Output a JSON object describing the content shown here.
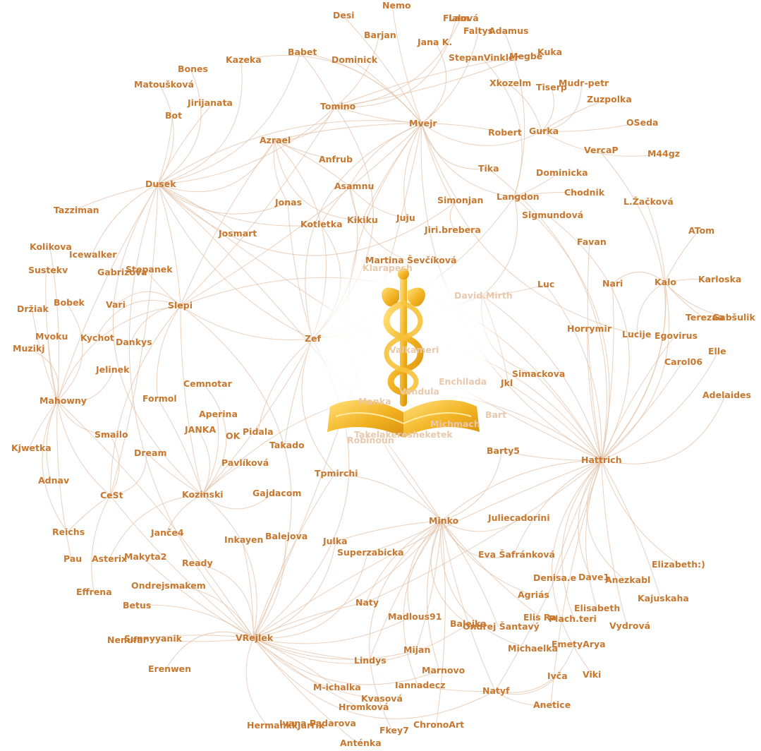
{
  "colors": {
    "edge": "#e2c2a8",
    "label": "#c8782e",
    "label_faded": "#e9c9ad",
    "logo_gold": "#f2b322",
    "logo_light": "#ffd65a"
  },
  "logo_icon": "caduceus-on-open-book",
  "nodes": [
    {
      "label": "Nemo"
    },
    {
      "label": "Desi"
    },
    {
      "label": "Fialová"
    },
    {
      "label": "Lam"
    },
    {
      "label": "Faltys"
    },
    {
      "label": "Adamus"
    },
    {
      "label": "Barjan"
    },
    {
      "label": "Jana K."
    },
    {
      "label": "Babet"
    },
    {
      "label": "Kazeka"
    },
    {
      "label": "Dominick"
    },
    {
      "label": "StepanVinkler"
    },
    {
      "label": "Megbe"
    },
    {
      "label": "Kuka"
    },
    {
      "label": "Bones"
    },
    {
      "label": "Matoušková"
    },
    {
      "label": "Xkozelm"
    },
    {
      "label": "Tiserp"
    },
    {
      "label": "Mudr-petr"
    },
    {
      "label": "Jirijanata"
    },
    {
      "label": "Tomino"
    },
    {
      "label": "Zuzpolka"
    },
    {
      "label": "Bot"
    },
    {
      "label": "Mvejr"
    },
    {
      "label": "Robert"
    },
    {
      "label": "Gurka"
    },
    {
      "label": "OSeda"
    },
    {
      "label": "Azrael"
    },
    {
      "label": "VercaP"
    },
    {
      "label": "M44gz"
    },
    {
      "label": "Anfrub"
    },
    {
      "label": "Tika"
    },
    {
      "label": "Dominicka"
    },
    {
      "label": "Dusek"
    },
    {
      "label": "Asamnu"
    },
    {
      "label": "Chodnik"
    },
    {
      "label": "Simonjan"
    },
    {
      "label": "Langdon"
    },
    {
      "label": "L.Žačková"
    },
    {
      "label": "Jonas"
    },
    {
      "label": "Tazziman"
    },
    {
      "label": "Sigmundová"
    },
    {
      "label": "Juju"
    },
    {
      "label": "Kikiku"
    },
    {
      "label": "Kotletka"
    },
    {
      "label": "Jiri.brebera"
    },
    {
      "label": "Josmart"
    },
    {
      "label": "ATom"
    },
    {
      "label": "Favan"
    },
    {
      "label": "Kolikova"
    },
    {
      "label": "Icewalker"
    },
    {
      "label": "Martina Ševčíková"
    },
    {
      "label": "Klarapech"
    },
    {
      "label": "Sustekv"
    },
    {
      "label": "Gabrizova"
    },
    {
      "label": "Stepanek"
    },
    {
      "label": "Karloska"
    },
    {
      "label": "Luc"
    },
    {
      "label": "Nari"
    },
    {
      "label": "Kalo"
    },
    {
      "label": "David.Mirth"
    },
    {
      "label": "Bobek"
    },
    {
      "label": "Vari"
    },
    {
      "label": "Slepi"
    },
    {
      "label": "Držiak"
    },
    {
      "label": "Terezaa"
    },
    {
      "label": "Gabšulik"
    },
    {
      "label": "Horrymir"
    },
    {
      "label": "Lucije"
    },
    {
      "label": "Egovirus"
    },
    {
      "label": "Mvoku"
    },
    {
      "label": "Kychot"
    },
    {
      "label": "Zef"
    },
    {
      "label": "Dankys"
    },
    {
      "label": "Muzikj"
    },
    {
      "label": "Valkameri"
    },
    {
      "label": "Elle"
    },
    {
      "label": "Carol06"
    },
    {
      "label": "Jelinek"
    },
    {
      "label": "Simackova"
    },
    {
      "label": "Cemnotar"
    },
    {
      "label": "Enchilada"
    },
    {
      "label": "Jkl"
    },
    {
      "label": "Adelaides"
    },
    {
      "label": "Mahowny"
    },
    {
      "label": "Formol"
    },
    {
      "label": "Vendula"
    },
    {
      "label": "Manka"
    },
    {
      "label": "Aperina"
    },
    {
      "label": "Bart"
    },
    {
      "label": "JANKA"
    },
    {
      "label": "Michmach"
    },
    {
      "label": "Pidala"
    },
    {
      "label": "OK"
    },
    {
      "label": "Smailo"
    },
    {
      "label": "Takelakeresheketek"
    },
    {
      "label": "Kjwetka"
    },
    {
      "label": "Robinoun"
    },
    {
      "label": "Takado"
    },
    {
      "label": "Dream"
    },
    {
      "label": "Barty5"
    },
    {
      "label": "Hattrich"
    },
    {
      "label": "Pavlíková"
    },
    {
      "label": "Adnav"
    },
    {
      "label": "Tpmirchi"
    },
    {
      "label": "CeSt"
    },
    {
      "label": "Kozinski"
    },
    {
      "label": "Gajdacom"
    },
    {
      "label": "Minko"
    },
    {
      "label": "Juliecadorini"
    },
    {
      "label": "Reichs"
    },
    {
      "label": "Janče4"
    },
    {
      "label": "Balejova"
    },
    {
      "label": "Inkayen"
    },
    {
      "label": "Julka"
    },
    {
      "label": "Superzabicka"
    },
    {
      "label": "Eva Šafránková"
    },
    {
      "label": "Pau"
    },
    {
      "label": "Asterix"
    },
    {
      "label": "Makyta2"
    },
    {
      "label": "Ready"
    },
    {
      "label": "Elizabeth:)"
    },
    {
      "label": "Denisa.e"
    },
    {
      "label": "Dave1"
    },
    {
      "label": "Anezkabl"
    },
    {
      "label": "Ondrejsmakem"
    },
    {
      "label": "Effrena"
    },
    {
      "label": "Agriás"
    },
    {
      "label": "Kajuskaha"
    },
    {
      "label": "Betus"
    },
    {
      "label": "Naty"
    },
    {
      "label": "Elisabeth"
    },
    {
      "label": "Elis Ra"
    },
    {
      "label": "Plach.teri"
    },
    {
      "label": "Madlous91"
    },
    {
      "label": "Balejka"
    },
    {
      "label": "Ondrej Šantavý"
    },
    {
      "label": "Vydrová"
    },
    {
      "label": "Nenufar"
    },
    {
      "label": "Sunnyyanik"
    },
    {
      "label": "VRejlek"
    },
    {
      "label": "EmetyArya"
    },
    {
      "label": "Michaelka"
    },
    {
      "label": "Mijan"
    },
    {
      "label": "Lindys"
    },
    {
      "label": "Erenwen"
    },
    {
      "label": "Marnovo"
    },
    {
      "label": "Ivča"
    },
    {
      "label": "Viki"
    },
    {
      "label": "Natyf"
    },
    {
      "label": "M-ichalka"
    },
    {
      "label": "Iannadecz"
    },
    {
      "label": "Kvasová"
    },
    {
      "label": "Anetice"
    },
    {
      "label": "Hromková"
    },
    {
      "label": "Hermankk"
    },
    {
      "label": "Jarrik"
    },
    {
      "label": "Ivana Padarova"
    },
    {
      "label": "ChronoArt"
    },
    {
      "label": "Fkey7"
    },
    {
      "label": "Anténka"
    }
  ]
}
